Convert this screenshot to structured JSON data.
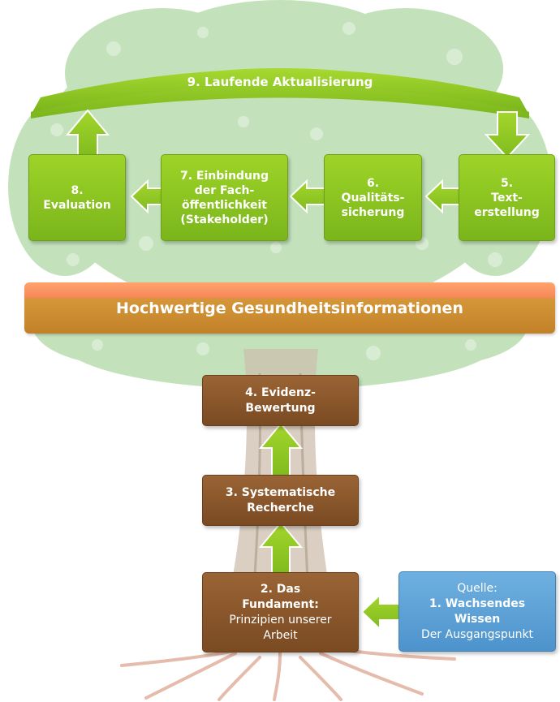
{
  "colors": {
    "green": "#8cc820",
    "brown": "#86532a",
    "blue": "#5ba1d6",
    "banner_top": "#f99462",
    "banner_main": "#cc8b30",
    "tree_foliage": "#b8ddb0"
  },
  "top_bar": {
    "label": "9. Laufende Aktualisierung"
  },
  "steps": {
    "s8": {
      "line1": "8.",
      "line2": "Evaluation"
    },
    "s7": {
      "line1": "7. Einbindung",
      "line2": "der Fach-",
      "line3": "öffentlichkeit",
      "line4": "(Stakeholder)"
    },
    "s6": {
      "line1": "6.",
      "line2": "Qualitäts-",
      "line3": "sicherung"
    },
    "s5": {
      "line1": "5.",
      "line2": "Text-",
      "line3": "erstellung"
    },
    "s4": {
      "line1": "4. Evidenz-",
      "line2": "Bewertung"
    },
    "s3": {
      "line1": "3. Systematische",
      "line2": "Recherche"
    },
    "s2": {
      "line1": "2. Das",
      "line2": "Fundament:",
      "line3": "Prinzipien unserer",
      "line4": "Arbeit"
    },
    "s1": {
      "line1": "Quelle:",
      "line2": "1. Wachsendes",
      "line3": "Wissen",
      "line4": "Der Ausgangspunkt"
    }
  },
  "banner": {
    "label": "Hochwertige Gesundheitsinformationen"
  }
}
